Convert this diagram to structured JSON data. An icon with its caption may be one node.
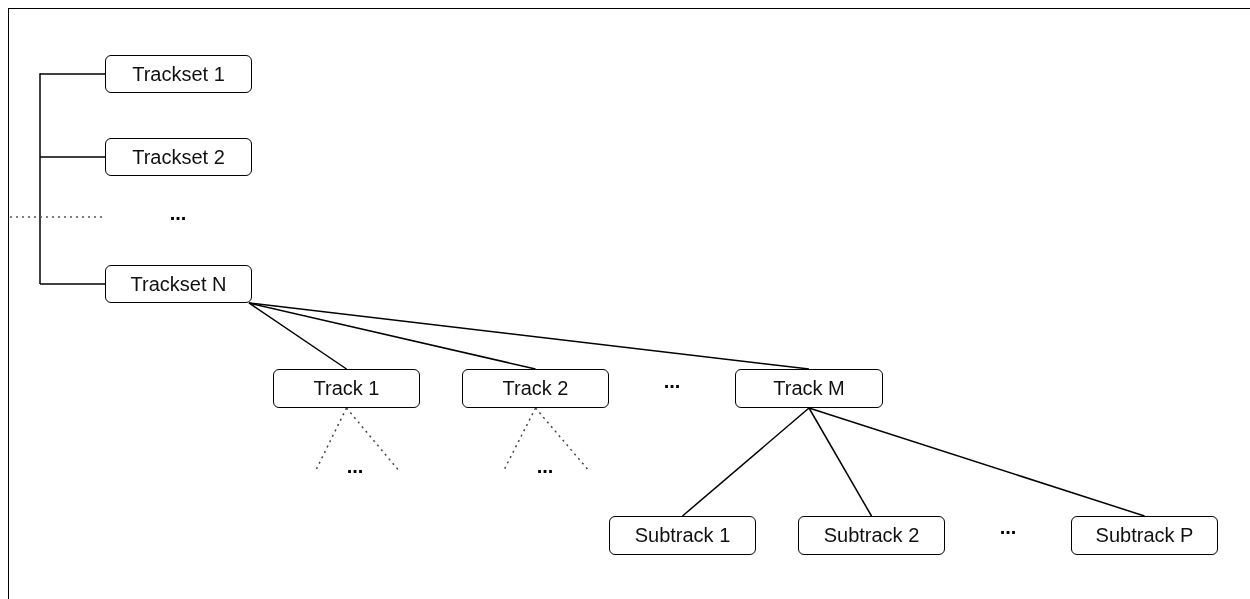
{
  "diagram": {
    "nodes": [
      {
        "text": [
          "Trackset 1"
        ]
      },
      {
        "text": [
          "Trackset 2"
        ]
      },
      {
        "text": [
          "Trackset N"
        ]
      },
      {
        "text": [
          "Track 1"
        ]
      },
      {
        "text": [
          "Track 2"
        ]
      },
      {
        "text": [
          "Track M"
        ]
      },
      {
        "text": [
          "Subtrack 1"
        ]
      },
      {
        "text": [
          "Subtrack 2"
        ]
      },
      {
        "text": [
          "Subtrack P"
        ]
      }
    ],
    "edges": [
      {
        "from": null,
        "to": 0,
        "arrow": "none"
      },
      {
        "from": null,
        "to": 1,
        "arrow": "none"
      },
      {
        "from": null,
        "to": 2,
        "arrow": "none"
      },
      {
        "from": 2,
        "to": 3,
        "arrow": "none"
      },
      {
        "from": 2,
        "to": 4,
        "arrow": "none"
      },
      {
        "from": 2,
        "to": 5,
        "arrow": "none"
      },
      {
        "from": 3,
        "to": null,
        "arrow": "none",
        "style": "dashed"
      },
      {
        "from": 3,
        "to": null,
        "arrow": "none",
        "style": "dashed"
      },
      {
        "from": 4,
        "to": null,
        "arrow": "none",
        "style": "dashed"
      },
      {
        "from": 4,
        "to": null,
        "arrow": "none",
        "style": "dashed"
      },
      {
        "from": 5,
        "to": 6,
        "arrow": "none"
      },
      {
        "from": 5,
        "to": 7,
        "arrow": "none"
      },
      {
        "from": 5,
        "to": 8,
        "arrow": "none"
      }
    ],
    "labels": [
      "...",
      "...",
      "...",
      "...",
      "..."
    ]
  }
}
